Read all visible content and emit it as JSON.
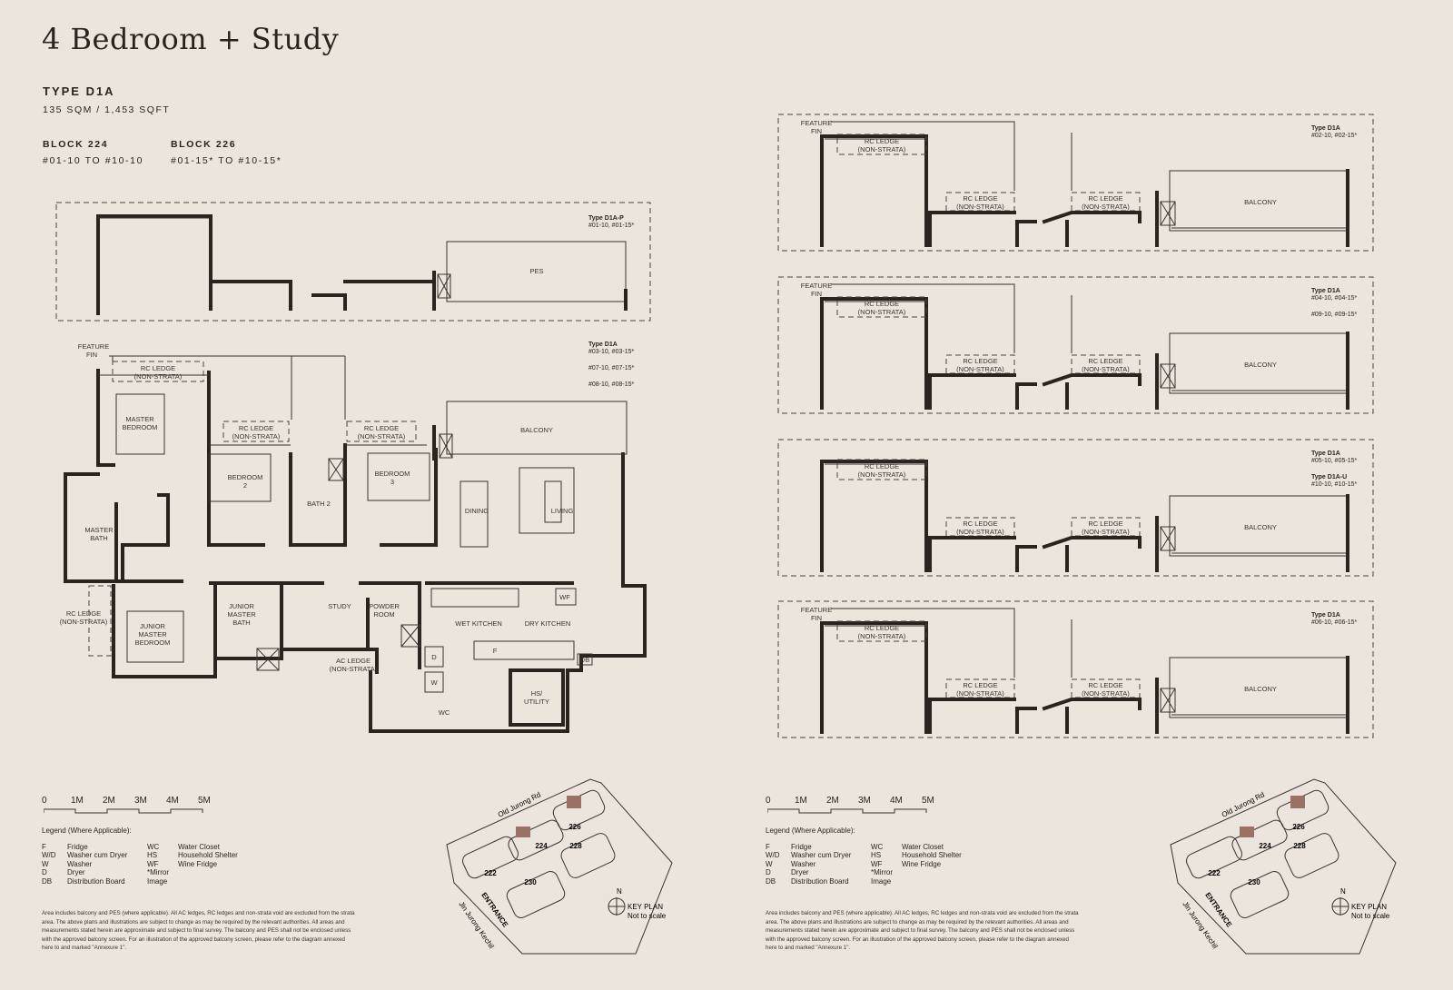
{
  "header": {
    "title": "4 Bedroom + Study",
    "type": "TYPE D1A",
    "area": "135 SQM / 1,453 SQFT",
    "blocks": [
      {
        "name": "BLOCK 224",
        "units": "#01-10 TO #10-10"
      },
      {
        "name": "BLOCK 226",
        "units": "#01-15* TO #10-15*"
      }
    ]
  },
  "common": {
    "rc_ledge": "RC LEDGE",
    "non_strata": "(NON-STRATA)",
    "feature": "FEATURE",
    "fin": "FIN",
    "balcony": "BALCONY",
    "pes": "PES"
  },
  "ground_plan": {
    "type": "Type D1A-P",
    "units": [
      "#01-10, #01-15*"
    ]
  },
  "main_plan": {
    "type": "Type D1A",
    "units": [
      "#03-10, #03-15*",
      "#07-10, #07-15*",
      "#08-10, #08-15*"
    ],
    "rooms": {
      "master_bedroom": [
        "MASTER",
        "BEDROOM"
      ],
      "master_bath": [
        "MASTER",
        "BATH"
      ],
      "bedroom2": [
        "BEDROOM",
        "2"
      ],
      "bath2": [
        "BATH 2"
      ],
      "bedroom3": [
        "BEDROOM",
        "3"
      ],
      "balcony": [
        "BALCONY"
      ],
      "dining": [
        "DINING"
      ],
      "living": [
        "LIVING"
      ],
      "junior_master_bedroom": [
        "JUNIOR",
        "MASTER",
        "BEDROOM"
      ],
      "junior_master_bath": [
        "JUNIOR",
        "MASTER",
        "BATH"
      ],
      "study": [
        "STUDY"
      ],
      "powder_room": [
        "POWDER",
        "ROOM"
      ],
      "wet_kitchen": [
        "WET KITCHEN"
      ],
      "dry_kitchen": [
        "DRY KITCHEN"
      ],
      "ac_ledge": [
        "AC LEDGE",
        "(NON-STRATA)"
      ],
      "hs_utility": [
        "HS/",
        "UTILITY"
      ],
      "wc": [
        "WC"
      ],
      "wf": [
        "WF"
      ],
      "f": [
        "F"
      ],
      "d": [
        "D"
      ],
      "w": [
        "W"
      ],
      "db": [
        "DB"
      ]
    }
  },
  "elevations": [
    {
      "feature_fin": true,
      "types": [
        {
          "type": "Type D1A",
          "units": [
            "#02-10, #02-15*"
          ]
        }
      ]
    },
    {
      "feature_fin": true,
      "types": [
        {
          "type": "Type D1A",
          "units": [
            "#04-10, #04-15*",
            "#09-10, #09-15*"
          ]
        }
      ]
    },
    {
      "feature_fin": false,
      "types": [
        {
          "type": "Type D1A",
          "units": [
            "#05-10, #05-15*"
          ]
        },
        {
          "type": "Type D1A-U",
          "units": [
            "#10-10, #10-15*"
          ]
        }
      ]
    },
    {
      "feature_fin": true,
      "types": [
        {
          "type": "Type D1A",
          "units": [
            "#06-10, #06-15*"
          ]
        }
      ]
    }
  ],
  "scale": [
    "0",
    "1M",
    "2M",
    "3M",
    "4M",
    "5M"
  ],
  "legend": {
    "title": "Legend (Where Applicable):",
    "left": [
      [
        "F",
        "Fridge"
      ],
      [
        "W/D",
        "Washer cum Dryer"
      ],
      [
        "W",
        "Washer"
      ],
      [
        "D",
        "Dryer"
      ],
      [
        "DB",
        "Distribution Board"
      ]
    ],
    "right": [
      [
        "WC",
        "Water Closet"
      ],
      [
        "HS",
        "Household Shelter"
      ],
      [
        "WF",
        "Wine Fridge"
      ],
      [
        "*Mirror Image",
        ""
      ]
    ]
  },
  "disclaimer": "Area includes balcony and PES (where applicable). All AC ledges, RC ledges and non-strata void are excluded from the strata area. The above plans and illustrations are subject to change as may be required by the relevant authorities. All areas and measurements stated herein are approximate and subject to final survey. The balcony and PES shall not be enclosed unless with the approved balcony screen. For an illustration of the approved balcony screen, please refer to the diagram annexed here to and marked \"Annexure 1\".",
  "key_plan": {
    "title": "KEY PLAN",
    "note": "Not to scale",
    "north": "N",
    "roads": [
      "Old Jurong Rd",
      "Jln Jurong Kechil"
    ],
    "entrance": "ENTRANCE",
    "blocks": [
      "222",
      "224",
      "226",
      "228",
      "230"
    ],
    "highlight_color": "#9a7265"
  },
  "colors": {
    "background": "#ebe5de",
    "ink": "#2a2420"
  }
}
